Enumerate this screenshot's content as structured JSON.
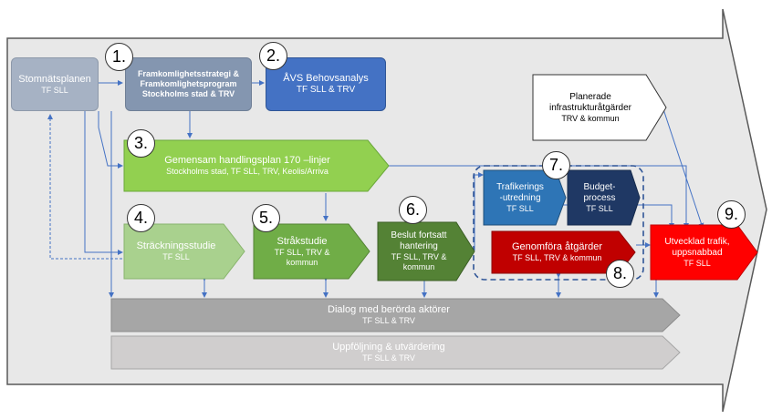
{
  "stomnat": {
    "title": "Stomnätsplanen",
    "sub": "TF SLL"
  },
  "framk": {
    "l1": "Framkomlighetsstrategi &",
    "l2": "Framkomlighetsprogram",
    "l3": "Stockholms stad & TRV"
  },
  "avs": {
    "title": "ÅVS Behovsanalys",
    "sub": "TF SLL & TRV"
  },
  "planerade": {
    "l1": "Planerade",
    "l2": "infrastrukturåtgärder",
    "sub": "TRV & kommun"
  },
  "handling": {
    "title": "Gemensam handlingsplan 170 –linjer",
    "sub": "Stockholms stad, TF SLL, TRV, Keolis/Arriva"
  },
  "trafik": {
    "l1": "Trafikerings",
    "l2": "-utredning",
    "sub": "TF SLL"
  },
  "budget": {
    "l1": "Budget-",
    "l2": "process",
    "sub": "TF SLL"
  },
  "strackning": {
    "title": "Sträckningsstudie",
    "sub": "TF SLL"
  },
  "strak": {
    "title": "Stråkstudie",
    "l2": "TF SLL, TRV &",
    "l3": "kommun"
  },
  "beslut": {
    "l1": "Beslut fortsatt",
    "l2": "hantering",
    "l3": "TF SLL, TRV &",
    "l4": "kommun"
  },
  "genomfora": {
    "title": "Genomföra åtgärder",
    "sub": "TF SLL, TRV & kommun"
  },
  "utvecklad": {
    "l1": "Utvecklad trafik,",
    "l2": "uppsnabbad",
    "sub": "TF SLL"
  },
  "dialog": {
    "title": "Dialog med berörda aktörer",
    "sub": "TF SLL & TRV"
  },
  "uppfoljning": {
    "title": "Uppföljning & utvärdering",
    "sub": "TF SLL & TRV"
  },
  "badges": [
    "1.",
    "2.",
    "3.",
    "4.",
    "5.",
    "6.",
    "7.",
    "8.",
    "9."
  ]
}
